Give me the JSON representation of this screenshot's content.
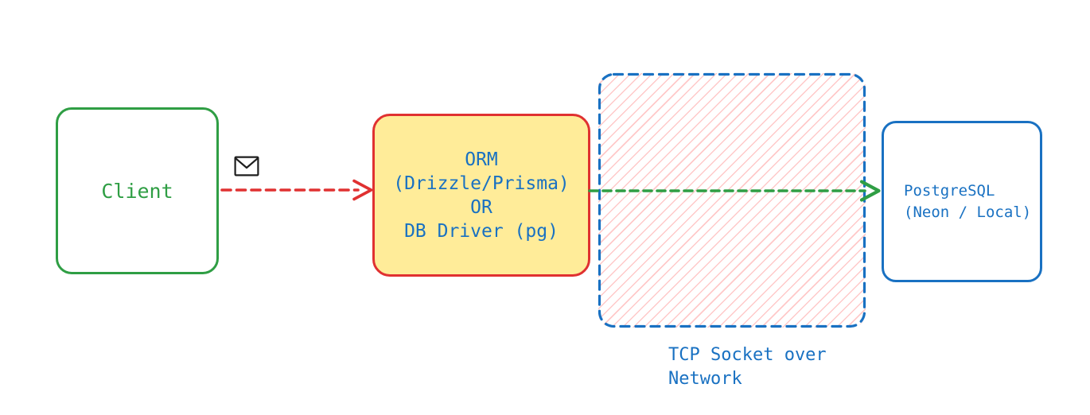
{
  "diagram": {
    "client": {
      "label": "Client"
    },
    "orm": {
      "lines": [
        "ORM",
        "(Drizzle/Prisma)",
        "OR",
        "DB Driver (pg)"
      ]
    },
    "network_zone": {
      "label_lines": [
        "TCP Socket over",
        "Network"
      ]
    },
    "postgres": {
      "lines": [
        "PostgreSQL",
        "(Neon / Local)"
      ]
    },
    "icons": {
      "envelope": "envelope-icon"
    },
    "connectors": {
      "client_to_orm": "red-dashed-arrow",
      "orm_to_postgres": "green-dashed-arrow"
    }
  },
  "colors": {
    "background": "#ffffff",
    "green": "#2f9e44",
    "red": "#e03131",
    "blue": "#1971c2",
    "yellow_fill": "#ffec99",
    "hatch_pink": "#ffc9c9",
    "envelope_black": "#1e1e1e"
  }
}
